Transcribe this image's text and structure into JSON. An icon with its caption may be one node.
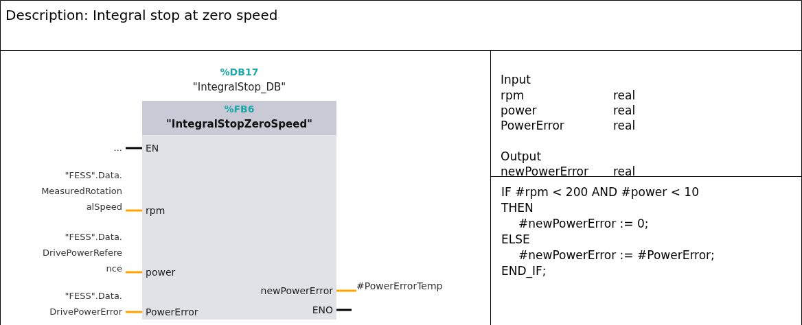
{
  "diagram": {
    "title": "Description: Integral stop at zero speed",
    "nodes": [
      {
        "text": [
          "%FB6",
          "\"IntegralStopZeroSpeed\""
        ],
        "beside": [
          "%DB17",
          "\"IntegralStop_DB\""
        ]
      },
      {
        "text": [
          "EN"
        ],
        "in": 0
      },
      {
        "text": [
          "rpm"
        ],
        "in": 0
      },
      {
        "text": [
          "power"
        ],
        "in": 0
      },
      {
        "text": [
          "PowerError"
        ],
        "in": 0
      },
      {
        "text": [
          "newPowerError"
        ],
        "in": 0
      },
      {
        "text": [
          "ENO"
        ],
        "in": 0
      },
      {
        "text": [
          "..."
        ]
      },
      {
        "text": [
          "\"FESS\".Data. MeasuredRotationalSpeed"
        ]
      },
      {
        "text": [
          "\"FESS\".Data. DrivePowerReference"
        ]
      },
      {
        "text": [
          "\"FESS\".Data. DrivePowerError"
        ]
      },
      {
        "text": [
          "#PowerErrorTemp"
        ]
      }
    ],
    "edges": [
      {
        "from": 7,
        "to": 1,
        "arrow": "none",
        "color": "#000000"
      },
      {
        "from": 8,
        "to": 2,
        "arrow": "none"
      },
      {
        "from": 9,
        "to": 3,
        "arrow": "none"
      },
      {
        "from": 10,
        "to": 4,
        "arrow": "none"
      },
      {
        "from": 5,
        "to": 11,
        "arrow": "none"
      },
      {
        "from": 6,
        "to": null,
        "arrow": "none",
        "color": "#000000"
      }
    ],
    "labels": [
      "Input",
      "rpm",
      "real",
      "power",
      "real",
      "PowerError",
      "real",
      "Output",
      "newPowerError",
      "real",
      "IF #rpm < 200 AND #power < 10",
      "THEN",
      "#newPowerError := 0;",
      "ELSE",
      "#newPowerError := #PowerError;",
      "END_IF;"
    ]
  }
}
